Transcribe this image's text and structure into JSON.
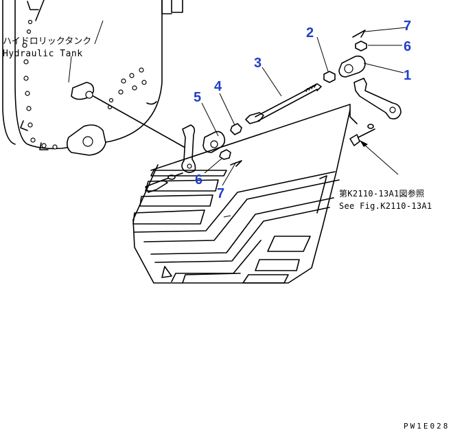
{
  "labels": {
    "tank_jp": "ハイドロリックタンク",
    "tank_en": "Hydraulic Tank",
    "ref_jp": "第K2110-13A1図参照",
    "ref_en": "See Fig.K2110-13A1",
    "drawing_code": "PW1E028"
  },
  "callouts": {
    "c1": "1",
    "c2": "2",
    "c3": "3",
    "c4": "4",
    "c5": "5",
    "c6a": "6",
    "c6b": "6",
    "c7a": "7",
    "c7b": "7"
  },
  "colors": {
    "callout": "#1f3fc8",
    "line": "#000000",
    "background": "#ffffff"
  }
}
